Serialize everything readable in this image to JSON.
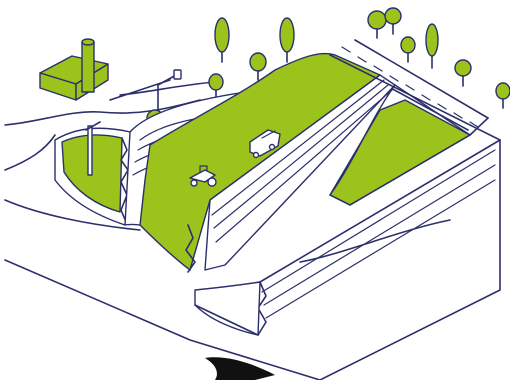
{
  "illustration": {
    "kind": "isometric landscape cross-section sketch",
    "colors": {
      "ink": "#2b2f6b",
      "green": "#9bc31c",
      "white": "#ffffff",
      "shadow": "#111111"
    },
    "elements": [
      "building-with-chimney",
      "lamp-post",
      "vehicle",
      "tractor",
      "trees",
      "road-with-dashed-centerline",
      "grass-fields",
      "earth-cross-section-with-cracks",
      "pipe-in-soil"
    ]
  }
}
